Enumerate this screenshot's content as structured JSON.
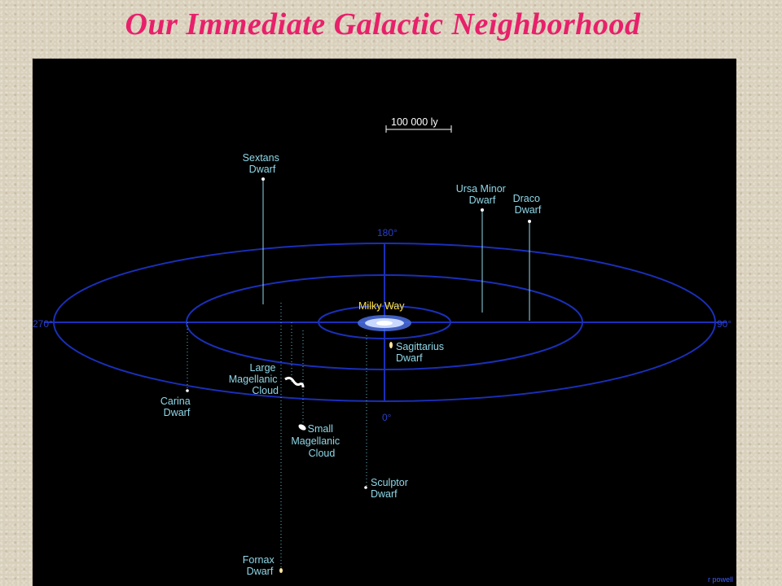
{
  "title": "Our  Immediate Galactic Neighborhood",
  "scale_bar": "100 000 ly",
  "milky_way": "Milky Way",
  "degrees": {
    "deg180": "180°",
    "deg0": "0°",
    "deg270": "270°",
    "deg90": "90°"
  },
  "galaxies": {
    "sextans": [
      "Sextans",
      "Dwarf"
    ],
    "ursa_minor": [
      "Ursa Minor",
      "Dwarf"
    ],
    "draco": [
      "Draco",
      "Dwarf"
    ],
    "sagittarius": [
      "Sagittarius",
      "Dwarf"
    ],
    "lmc": [
      "Large",
      "Magellanic",
      "Cloud"
    ],
    "carina": [
      "Carina",
      "Dwarf"
    ],
    "smc": [
      "Small",
      "Magellanic",
      "Cloud"
    ],
    "sculptor": [
      "Sculptor",
      "Dwarf"
    ],
    "fornax": [
      "Fornax",
      "Dwarf"
    ]
  },
  "credit": "r powell",
  "colors": {
    "title": "#e8206a",
    "ring": "#1a2fb8",
    "label": "#8fd8e8",
    "milky_way_label": "#ffe23a"
  }
}
